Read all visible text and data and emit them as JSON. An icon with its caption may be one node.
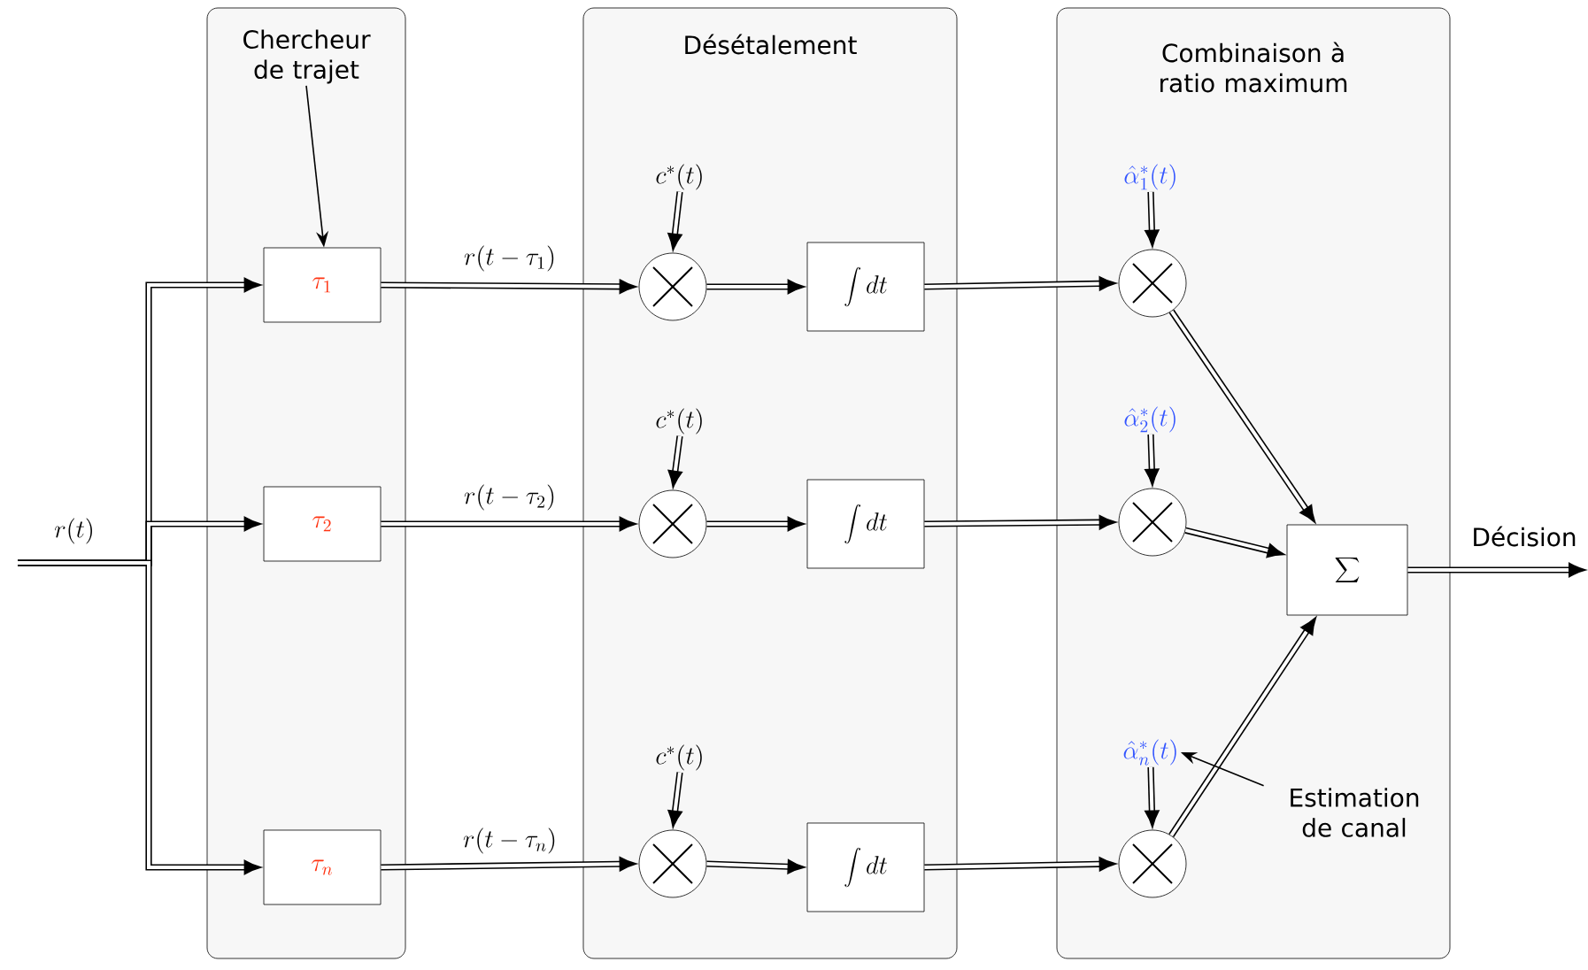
{
  "diagram": {
    "nodes": [
      {
        "text": [],
        "shape": "box"
      },
      {
        "text": [
          "Désétalement"
        ]
      },
      {
        "text": [
          "Combinaison à ratio maximum"
        ]
      },
      {
        "text": [
          "\\tau_1"
        ],
        "in": 0
      },
      {
        "text": [
          "\\tau_2"
        ],
        "in": 0
      },
      {
        "text": [
          "\\tau_n"
        ],
        "in": 0
      },
      {
        "text": [],
        "shape": "circle",
        "in": 1
      },
      {
        "text": [],
        "shape": "circle",
        "in": 1
      },
      {
        "text": [],
        "shape": "circle",
        "in": 1
      },
      {
        "text": [
          "\\int dt"
        ],
        "in": 1
      },
      {
        "text": [
          "\\int dt"
        ],
        "in": 1
      },
      {
        "text": [
          "\\int dt"
        ],
        "in": 1
      },
      {
        "text": [],
        "shape": "circle",
        "in": 2
      },
      {
        "text": [],
        "shape": "circle",
        "in": 2
      },
      {
        "text": [],
        "shape": "circle",
        "in": 2
      },
      {
        "text": [
          "\\sum"
        ],
        "in": 2
      },
      {
        "text": [
          "c^*(t)"
        ],
        "in": 1
      },
      {
        "text": [
          "c^*(t)"
        ],
        "in": 1
      },
      {
        "text": [
          "c^*(t)"
        ],
        "in": 1
      },
      {
        "text": [
          "\\hat{\\alpha}_1^*(t)"
        ],
        "in": 2
      },
      {
        "text": [
          "\\hat{\\alpha}_2^*(t)"
        ],
        "in": 2
      },
      {
        "text": [
          "\\hat{\\alpha}_n^*(t)"
        ],
        "in": 2
      },
      {
        "text": [
          "Estimation de canal"
        ],
        "in": 2
      },
      {
        "text": [
          "Chercheur de trajet"
        ],
        "in": 0
      }
    ],
    "edges": [
      {
        "from": null,
        "to": 3,
        "arrow": "to"
      },
      {
        "from": null,
        "to": 4,
        "arrow": "to"
      },
      {
        "from": null,
        "to": 5,
        "arrow": "to"
      },
      {
        "from": 3,
        "to": 6,
        "arrow": "to",
        "label": "r(t-\\tau_1)"
      },
      {
        "from": 4,
        "to": 7,
        "arrow": "to",
        "label": "r(t-\\tau_2)"
      },
      {
        "from": 5,
        "to": 8,
        "arrow": "to",
        "label": "r(t-\\tau_n)"
      },
      {
        "from": 6,
        "to": 9,
        "arrow": "to"
      },
      {
        "from": 7,
        "to": 10,
        "arrow": "to"
      },
      {
        "from": 8,
        "to": 11,
        "arrow": "to"
      },
      {
        "from": 9,
        "to": 12,
        "arrow": "to"
      },
      {
        "from": 10,
        "to": 13,
        "arrow": "to"
      },
      {
        "from": 11,
        "to": 14,
        "arrow": "to"
      },
      {
        "from": 12,
        "to": 15,
        "arrow": "to"
      },
      {
        "from": 13,
        "to": 15,
        "arrow": "to"
      },
      {
        "from": 14,
        "to": 15,
        "arrow": "to"
      },
      {
        "from": 15,
        "to": null,
        "arrow": "to",
        "label": "Décision"
      },
      {
        "from": 16,
        "to": 6,
        "arrow": "to"
      },
      {
        "from": 17,
        "to": 7,
        "arrow": "to"
      },
      {
        "from": 18,
        "to": 8,
        "arrow": "to"
      },
      {
        "from": 19,
        "to": 12,
        "arrow": "to"
      },
      {
        "from": 20,
        "to": 13,
        "arrow": "to"
      },
      {
        "from": 21,
        "to": 14,
        "arrow": "to"
      },
      {
        "from": 23,
        "to": 3,
        "arrow": "to"
      },
      {
        "from": 22,
        "to": 21,
        "arrow": "to"
      }
    ],
    "labels": [
      "r(t)"
    ]
  }
}
